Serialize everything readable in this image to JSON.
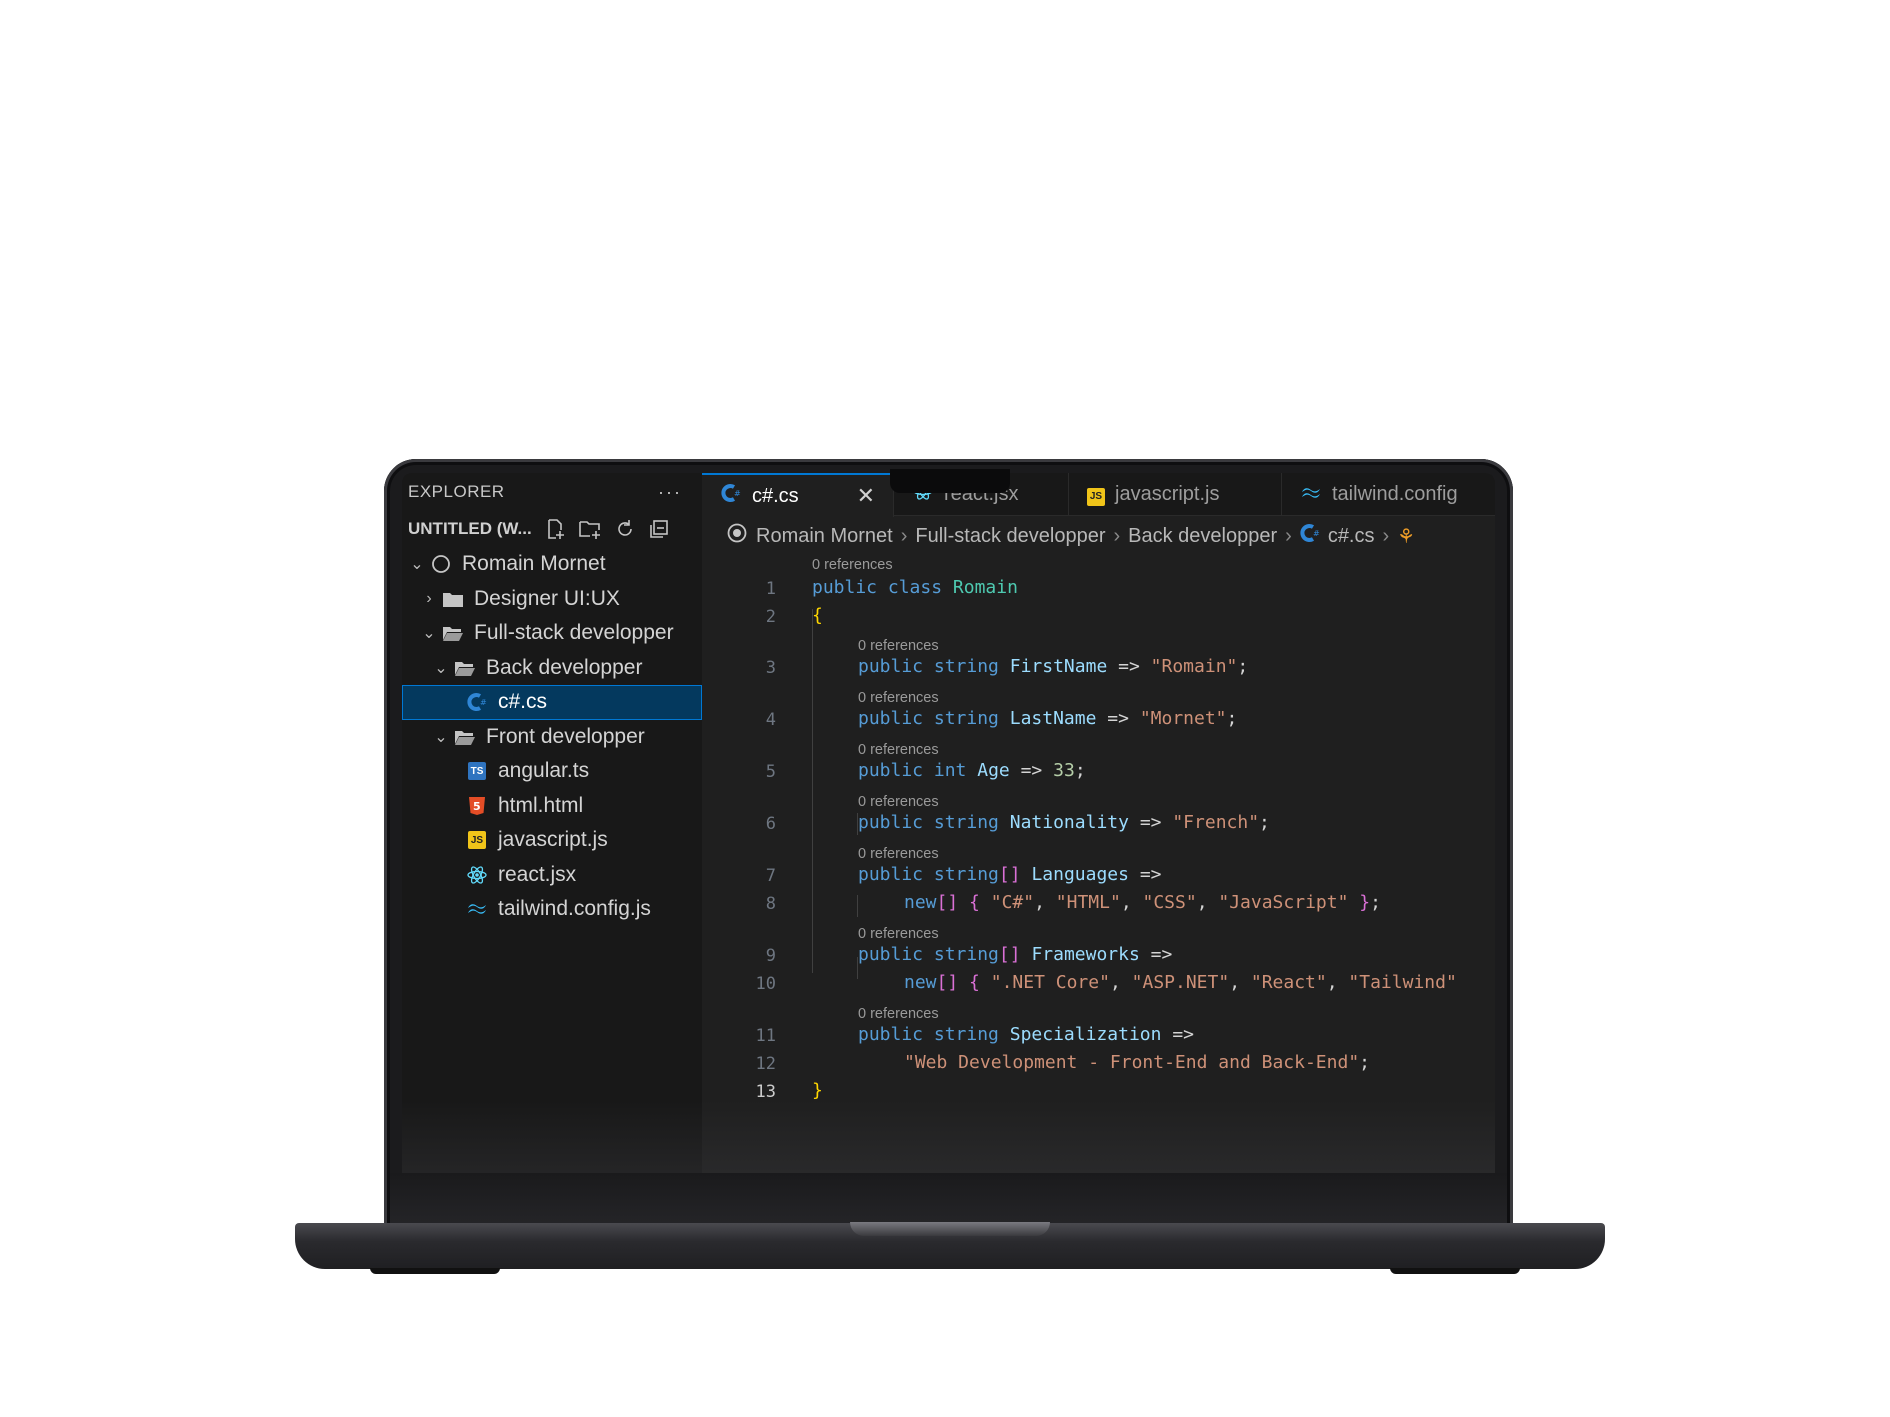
{
  "explorer": {
    "title": "EXPLORER",
    "more": "···",
    "workspace": "UNTITLED (W...",
    "tree": [
      {
        "label": "Romain Mornet",
        "depth": 0,
        "twisty": "open",
        "icon": "circle-icon"
      },
      {
        "label": "Designer UI:UX",
        "depth": 1,
        "twisty": "closed",
        "icon": "folder-icon"
      },
      {
        "label": "Full-stack developper",
        "depth": 1,
        "twisty": "open",
        "icon": "folder-open-icon"
      },
      {
        "label": "Back developper",
        "depth": 2,
        "twisty": "open",
        "icon": "folder-open-icon"
      },
      {
        "label": "c#.cs",
        "depth": 3,
        "twisty": "none",
        "icon": "csharp-icon",
        "selected": true
      },
      {
        "label": "Front developper",
        "depth": 2,
        "twisty": "open",
        "icon": "folder-open-icon"
      },
      {
        "label": "angular.ts",
        "depth": 3,
        "twisty": "none",
        "icon": "typescript-icon"
      },
      {
        "label": "html.html",
        "depth": 3,
        "twisty": "none",
        "icon": "html-icon"
      },
      {
        "label": "javascript.js",
        "depth": 3,
        "twisty": "none",
        "icon": "javascript-icon"
      },
      {
        "label": "react.jsx",
        "depth": 3,
        "twisty": "none",
        "icon": "react-icon"
      },
      {
        "label": "tailwind.config.js",
        "depth": 3,
        "twisty": "none",
        "icon": "tailwind-icon"
      }
    ]
  },
  "tabs": [
    {
      "label": "c#.cs",
      "icon": "csharp-icon",
      "active": true,
      "close": "✕"
    },
    {
      "label": "react.jsx",
      "icon": "react-icon"
    },
    {
      "label": "javascript.js",
      "icon": "javascript-icon"
    },
    {
      "label": "tailwind.config",
      "icon": "tailwind-icon"
    }
  ],
  "breadcrumbs": [
    "Romain Mornet",
    "Full-stack developper",
    "Back developper",
    "c#.cs"
  ],
  "code": {
    "lens_text": "0 references",
    "lines": [
      "1",
      "2",
      "3",
      "4",
      "5",
      "6",
      "7",
      "8",
      "9",
      "10",
      "11",
      "12",
      "13"
    ],
    "current_line": "13",
    "tokens": {
      "l1": [
        "public",
        "class",
        "Romain"
      ],
      "l2": "{",
      "l3": [
        "public",
        "string",
        "FirstName",
        "=>",
        "\"Romain\"",
        ";"
      ],
      "l4": [
        "public",
        "string",
        "LastName",
        "=>",
        "\"Mornet\"",
        ";"
      ],
      "l5": [
        "public",
        "int",
        "Age",
        "=>",
        "33",
        ";"
      ],
      "l6": [
        "public",
        "string",
        "Nationality",
        "=>",
        "\"French\"",
        ";"
      ],
      "l7": [
        "public",
        "string",
        "[]",
        "Languages",
        "=>"
      ],
      "l8": [
        "new",
        "[]",
        "{",
        "\"C#\"",
        ",",
        "\"HTML\"",
        ",",
        "\"CSS\"",
        ",",
        "\"JavaScript\"",
        "}",
        ";"
      ],
      "l9": [
        "public",
        "string",
        "[]",
        "Frameworks",
        "=>"
      ],
      "l10": [
        "new",
        "[]",
        "{",
        "\".NET Core\"",
        ",",
        "\"ASP.NET\"",
        ",",
        "\"React\"",
        ",",
        "\"Tailwind\""
      ],
      "l11": [
        "public",
        "string",
        "Specialization",
        "=>"
      ],
      "l12": [
        "\"Web Development - Front-End and Back-End\"",
        ";"
      ],
      "l13": "}"
    }
  },
  "colors": {
    "keyword": "#569cd6",
    "type": "#4ec9b0",
    "property": "#9cdcfe",
    "string": "#ce9178",
    "number": "#b5cea8",
    "selection": "#04395e",
    "accent": "#0078d4"
  }
}
